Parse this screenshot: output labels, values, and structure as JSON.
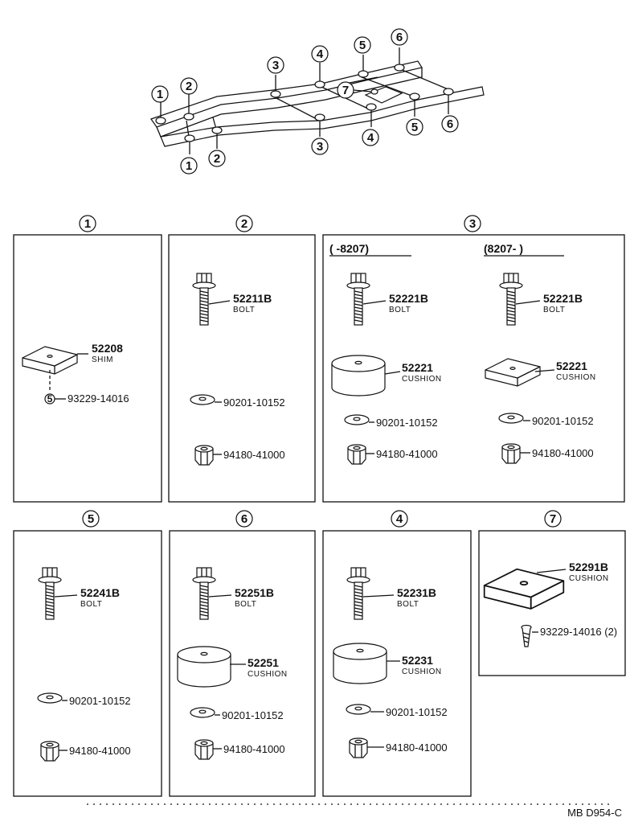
{
  "callouts": {
    "c1": "1",
    "c2": "2",
    "c3": "3",
    "c4": "4",
    "c5": "5",
    "c6": "6",
    "c7": "7"
  },
  "panels": {
    "p1": {
      "title": "1",
      "shim": {
        "part": "52208",
        "name": "SHIM"
      },
      "screw": {
        "ref": "5",
        "part": "93229-14016"
      }
    },
    "p2": {
      "title": "2",
      "bolt": {
        "part": "52211B",
        "name": "BOLT"
      },
      "washer": "90201-10152",
      "nut": "94180-41000"
    },
    "p3": {
      "title": "3",
      "left": {
        "range": "(     -8207)",
        "bolt": {
          "part": "52221B",
          "name": "BOLT"
        },
        "cushion": {
          "part": "52221",
          "name": "CUSHION"
        },
        "washer": "90201-10152",
        "nut": "94180-41000"
      },
      "right": {
        "range": "(8207-       )",
        "bolt": {
          "part": "52221B",
          "name": "BOLT"
        },
        "cushion": {
          "part": "52221",
          "name": "CUSHION"
        },
        "washer": "90201-10152",
        "nut": "94180-41000"
      }
    },
    "p5": {
      "title": "5",
      "bolt": {
        "part": "52241B",
        "name": "BOLT"
      },
      "washer": "90201-10152",
      "nut": "94180-41000"
    },
    "p6": {
      "title": "6",
      "bolt": {
        "part": "52251B",
        "name": "BOLT"
      },
      "cushion": {
        "part": "52251",
        "name": "CUSHION"
      },
      "washer": "90201-10152",
      "nut": "94180-41000"
    },
    "p4": {
      "title": "4",
      "bolt": {
        "part": "52231B",
        "name": "BOLT"
      },
      "cushion": {
        "part": "52231",
        "name": "CUSHION"
      },
      "washer": "90201-10152",
      "nut": "94180-41000"
    },
    "p7": {
      "title": "7",
      "cushion": {
        "part": "52291B",
        "name": "CUSHION"
      },
      "screw": "93229-14016 (2)"
    }
  },
  "footer": {
    "code": "MB  D954-C"
  }
}
